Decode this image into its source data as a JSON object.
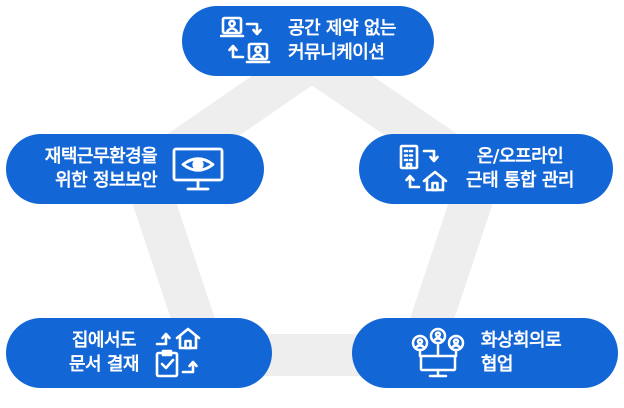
{
  "nodes": {
    "top": {
      "lines": [
        "공간 제약 없는",
        "커뮤니케이션"
      ],
      "icon": "remote-communication-icon"
    },
    "left": {
      "lines": [
        "재택근무환경을",
        "위한 정보보안"
      ],
      "icon": "monitor-eye-icon"
    },
    "right": {
      "lines": [
        "온/오프라인",
        "근태 통합 관리"
      ],
      "icon": "office-home-sync-icon"
    },
    "bottom_left": {
      "lines": [
        "집에서도",
        "문서 결재"
      ],
      "icon": "document-approval-home-icon"
    },
    "bottom_right": {
      "lines": [
        "화상회의로",
        "협업"
      ],
      "icon": "video-meeting-icon"
    }
  },
  "colors": {
    "pill": "#1366d6",
    "text": "#ffffff",
    "pentagon": "#eeeeee"
  }
}
